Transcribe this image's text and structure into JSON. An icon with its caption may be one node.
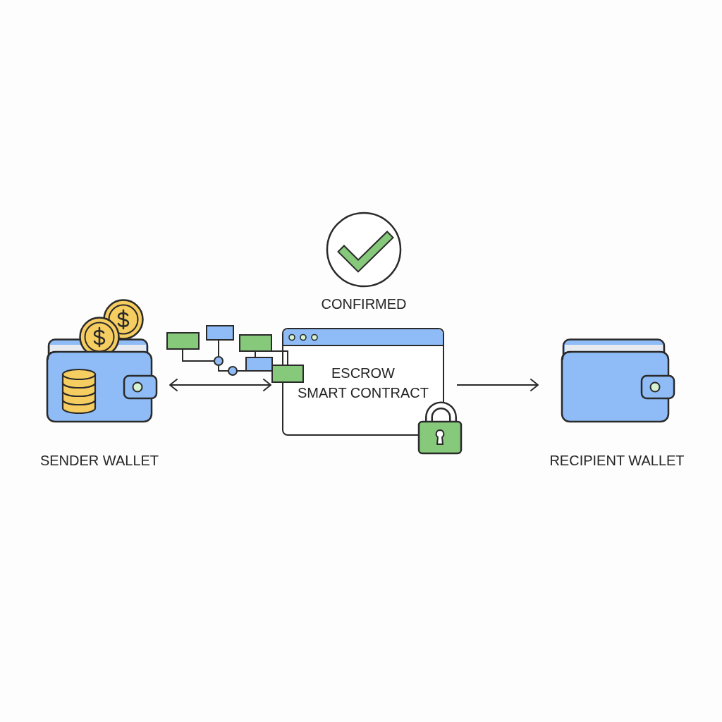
{
  "diagram": {
    "nodes": [
      {
        "text": [
          "SENDER WALLET"
        ]
      },
      {
        "text": [
          "ESCROW SMART CONTRACT"
        ]
      },
      {
        "text": [
          "RECIPIENT WALLET"
        ]
      }
    ],
    "edges": [
      {
        "from": 0,
        "to": 1,
        "arrow": "both"
      },
      {
        "from": 1,
        "to": 2,
        "arrow": "to"
      }
    ],
    "labels": [
      "CONFIRMED"
    ]
  }
}
